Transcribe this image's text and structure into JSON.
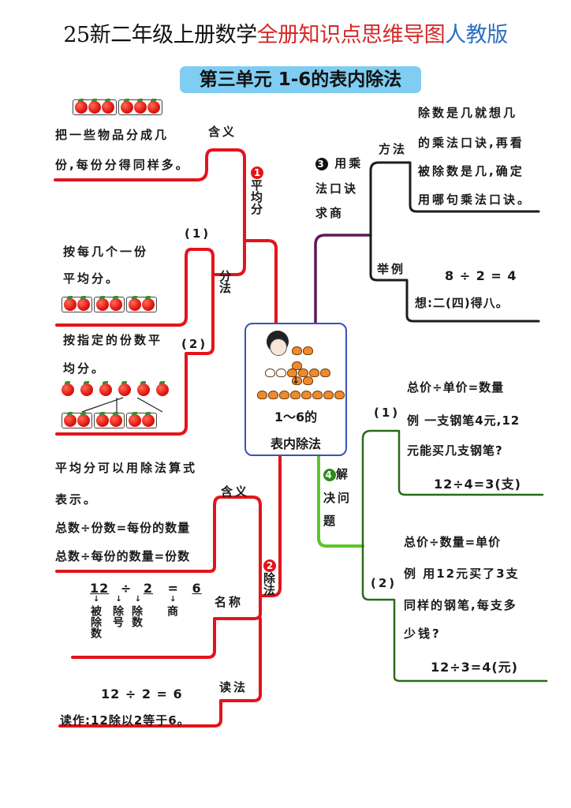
{
  "header": {
    "title_black": "25新二年级上册数学",
    "title_red": "全册知识点思维导图",
    "title_blue": "人教版"
  },
  "unit_title": "第三单元 1-6的表内除法",
  "colors": {
    "red_branch": "#e3141a",
    "dark_branch": "#1c1c1c",
    "purple_branch": "#5a1a5a",
    "green_branch": "#5cc62a",
    "unit_title_bg": "#7fcdf2",
    "center_border": "#3a52b8"
  },
  "center": {
    "icon": "boy-sharing-oranges-illustration",
    "line1": "1～6的",
    "line2": "表内除法"
  },
  "branch1": {
    "badge": "1",
    "label": "平均分",
    "meaning": {
      "label": "含义",
      "icon": "apples-grouped-3-3",
      "line1": "把一些物品分成几",
      "line2": "份,每份分得同样多。"
    },
    "methods": {
      "label": "分法",
      "item1": {
        "marker": "(1)",
        "line1": "按每几个一份",
        "line2": "平均分。",
        "icon": "apples-grouped-2-2-2"
      },
      "item2": {
        "marker": "(2)",
        "line1": "按指定的份数平",
        "line2": "均分。",
        "icon": "six-apples-split-into-three-groups"
      }
    }
  },
  "branch2": {
    "badge": "2",
    "label": "除法",
    "meaning": {
      "label": "含义",
      "line1": "平均分可以用除法算式",
      "line2": "表示。",
      "formula1": "总数÷份数=每份的数量",
      "formula2": "总数÷每份的数量=份数"
    },
    "names": {
      "label": "名称",
      "expr": [
        "12",
        "÷",
        "2",
        "=",
        "6"
      ],
      "terms": [
        "被除数",
        "除号",
        "除数",
        "商"
      ]
    },
    "reading": {
      "label": "读法",
      "expr": "12 ÷ 2 = 6",
      "read_as": "读作:12除以2等于6。"
    }
  },
  "branch3": {
    "badge": "3",
    "label_line1": "用乘",
    "label_line2": "法口诀",
    "label_line3": "求商",
    "method": {
      "label": "方法",
      "lines": [
        "除数是几就想几",
        "的乘法口诀,再看",
        "被除数是几,确定",
        "用哪句乘法口诀。"
      ]
    },
    "example": {
      "label": "举例",
      "expr": "8 ÷ 2 = 4",
      "think": "想:二(四)得八。"
    }
  },
  "branch4": {
    "badge": "4",
    "label_line1": "解",
    "label_line2": "决问",
    "label_line3": "题",
    "item1": {
      "marker": "(1)",
      "formula": "总价÷单价=数量",
      "q1": "例 一支钢笔4元,12",
      "q2": "元能买几支钢笔?",
      "answer": "12÷4=3(支)"
    },
    "item2": {
      "marker": "(2)",
      "formula": "总价÷数量=单价",
      "q1": "例 用12元买了3支",
      "q2": "同样的钢笔,每支多",
      "q3": "少钱?",
      "answer": "12÷3=4(元)"
    }
  }
}
